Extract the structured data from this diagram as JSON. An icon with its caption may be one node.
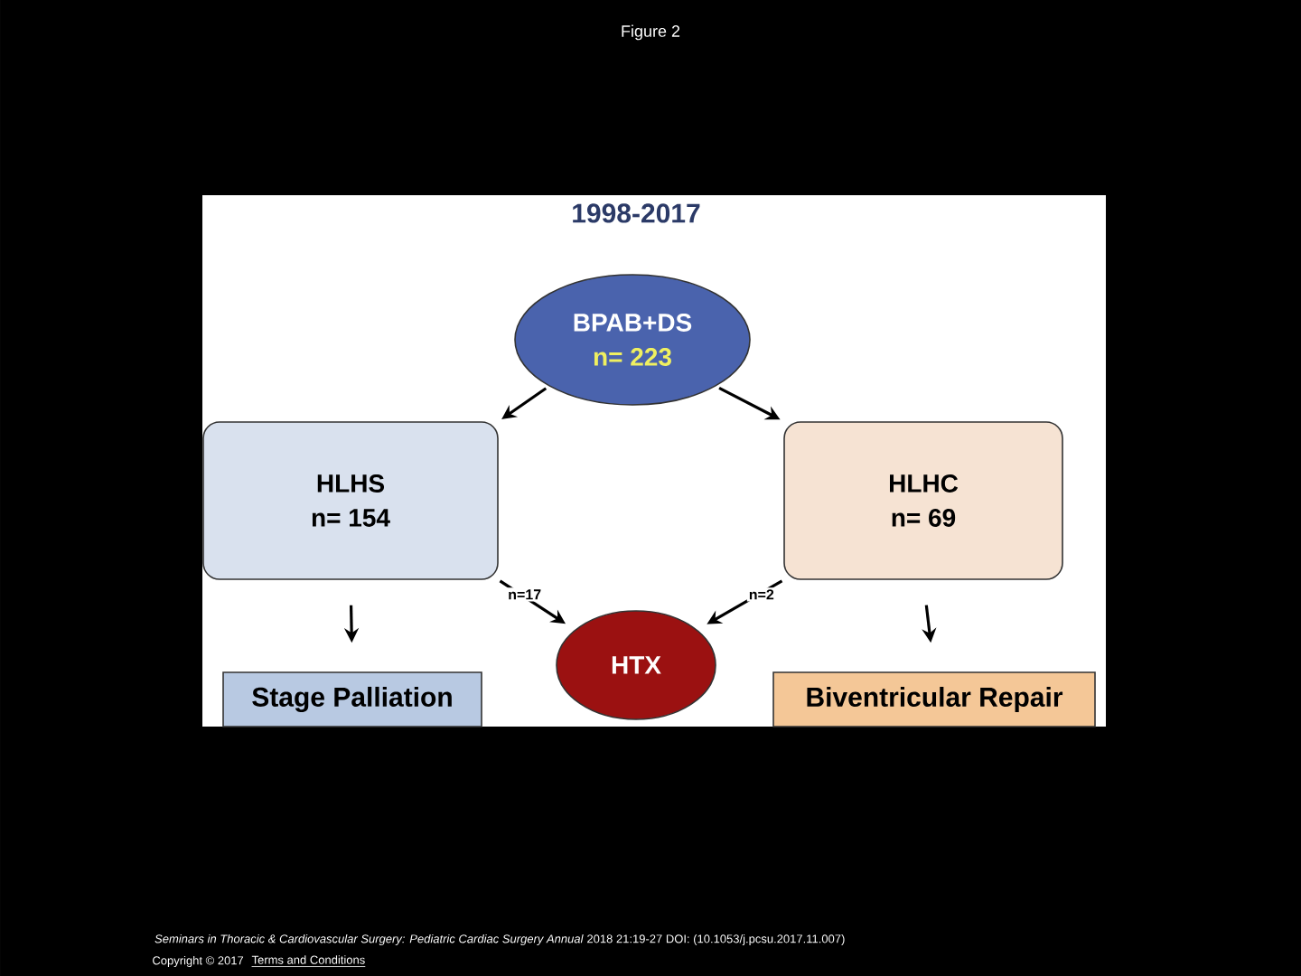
{
  "diagram": {
    "title": "Figure 2",
    "nodes": [
      {
        "text": [
          "BPAB+DS",
          "n= 223"
        ]
      },
      {
        "text": [
          "HLHS",
          "n= 154"
        ]
      },
      {
        "text": [
          "HLHC",
          "n= 69"
        ]
      },
      {
        "text": [
          "Stage Palliation"
        ]
      },
      {
        "text": [
          "HTX"
        ]
      },
      {
        "text": [
          "Biventricular Repair"
        ]
      }
    ],
    "edges": [
      {
        "from": 0,
        "to": 1,
        "arrow": "to"
      },
      {
        "from": 0,
        "to": 2,
        "arrow": "to"
      },
      {
        "from": 1,
        "to": 3,
        "arrow": "to"
      },
      {
        "from": 1,
        "to": 4,
        "arrow": "to",
        "label": "n=17"
      },
      {
        "from": 2,
        "to": 4,
        "arrow": "to",
        "label": "n=2"
      },
      {
        "from": 2,
        "to": 5,
        "arrow": "to"
      }
    ],
    "labels": [
      "1998-2017",
      "*Seminars in Thoracic & Cardiovascular Surgery: Pediatric Cardiac Surgery Annual* 2018 21:19-27 DOI: (10.1053/j.pcsu.2017.11.007)",
      "Copyright © 2017",
      "Terms and Conditions"
    ]
  }
}
